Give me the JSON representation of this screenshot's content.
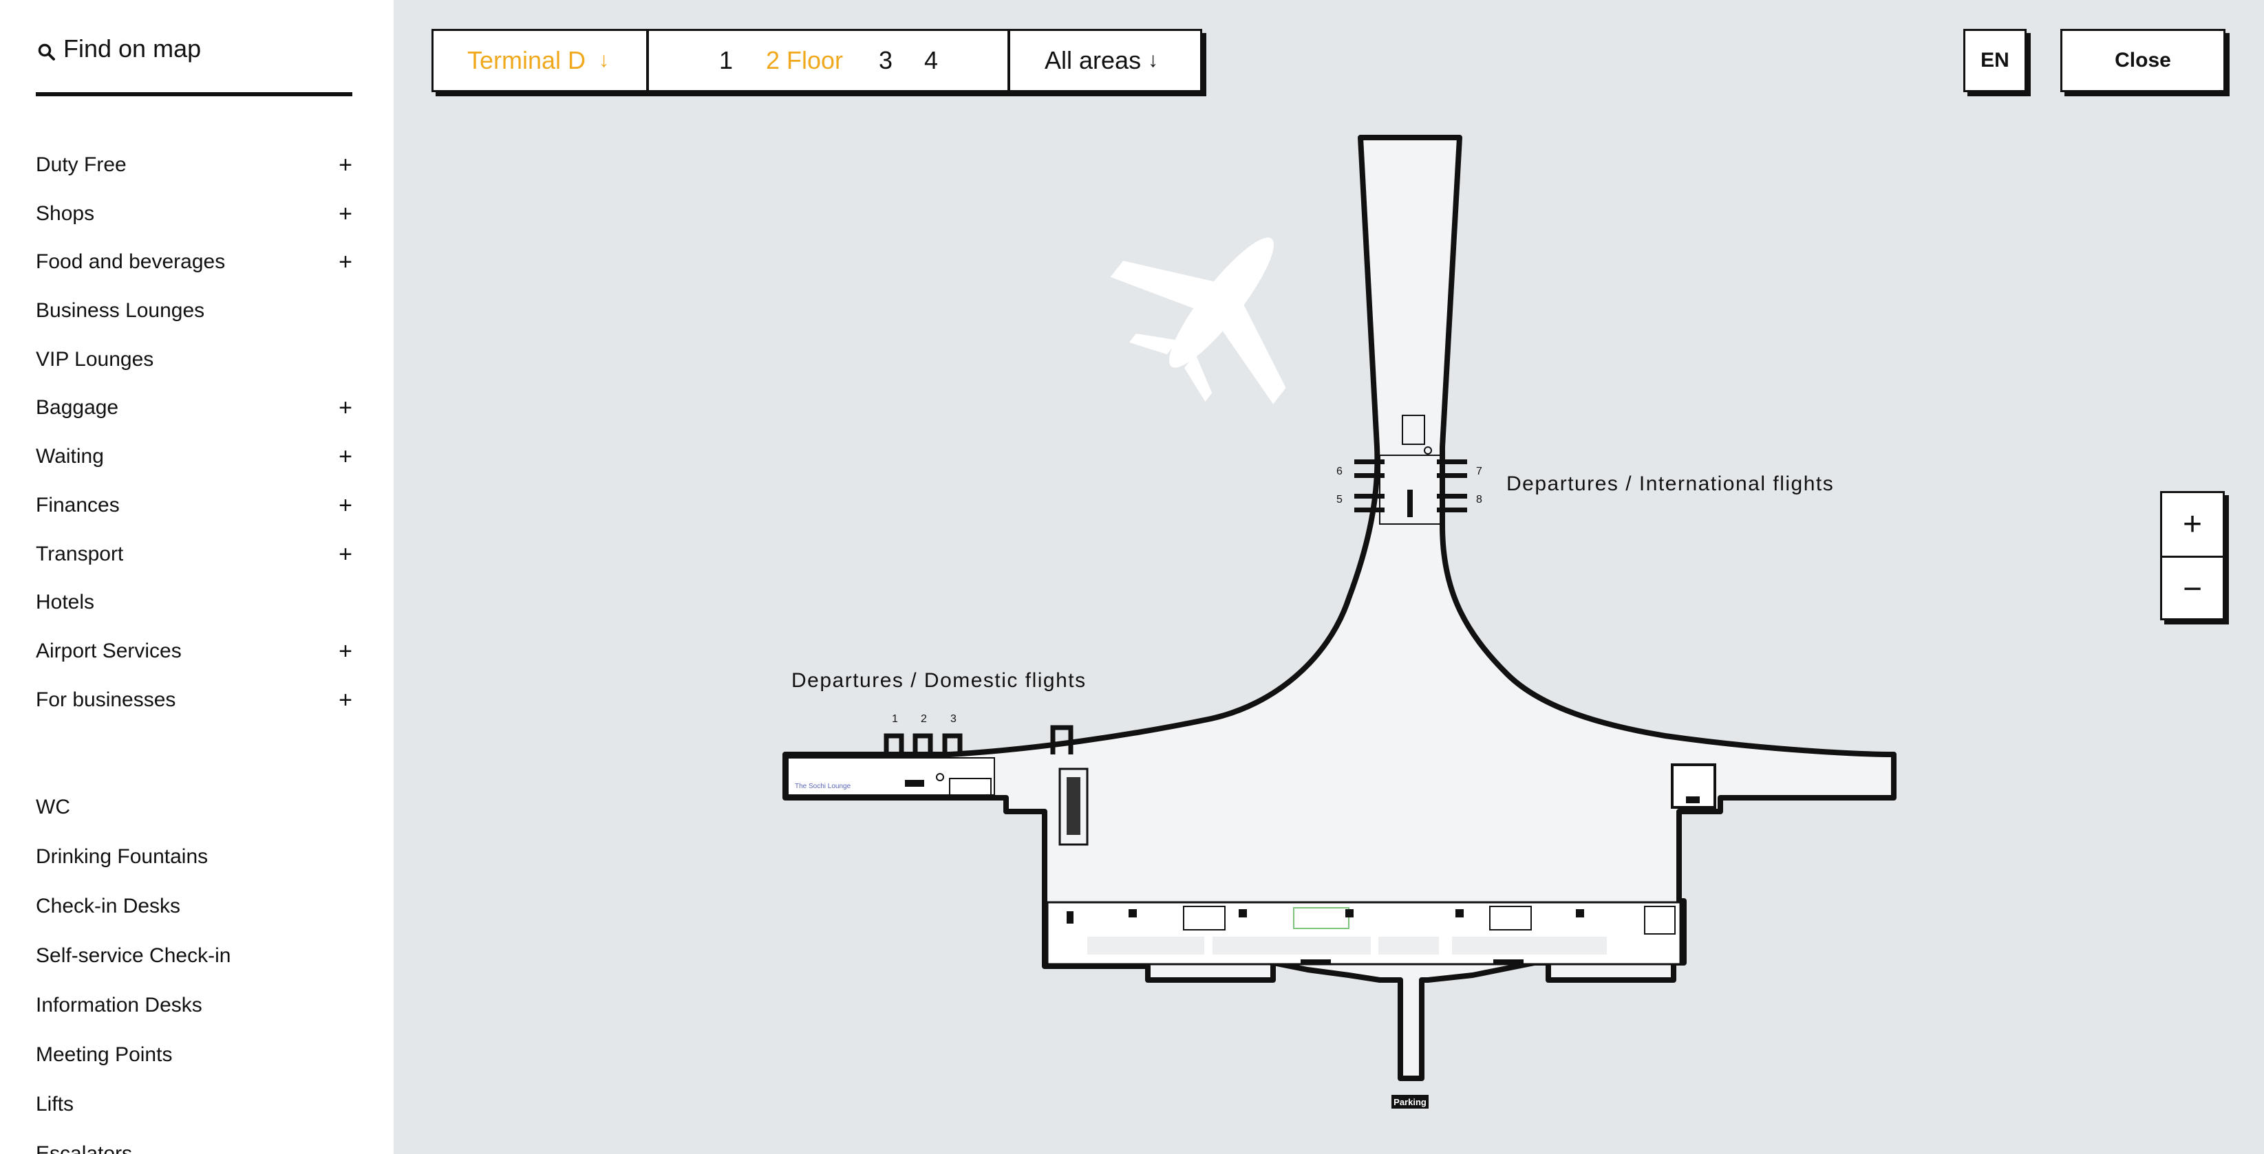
{
  "sidebar": {
    "search_label": "Find on map",
    "categories": [
      {
        "label": "Duty Free",
        "expand": "+"
      },
      {
        "label": "Shops",
        "expand": "+"
      },
      {
        "label": "Food and beverages",
        "expand": "+"
      },
      {
        "label": "Business Lounges",
        "expand": ""
      },
      {
        "label": "VIP Lounges",
        "expand": ""
      },
      {
        "label": "Baggage",
        "expand": "+"
      },
      {
        "label": "Waiting",
        "expand": "+"
      },
      {
        "label": "Finances",
        "expand": "+"
      },
      {
        "label": "Transport",
        "expand": "+"
      },
      {
        "label": "Hotels",
        "expand": ""
      },
      {
        "label": "Airport Services",
        "expand": "+"
      },
      {
        "label": "For businesses",
        "expand": "+"
      }
    ],
    "facilities": [
      {
        "label": "WC"
      },
      {
        "label": "Drinking Fountains"
      },
      {
        "label": "Check-in Desks"
      },
      {
        "label": "Self-service Check-in"
      },
      {
        "label": "Information Desks"
      },
      {
        "label": "Meeting Points"
      },
      {
        "label": "Lifts"
      },
      {
        "label": "Escalators"
      }
    ]
  },
  "toolbar": {
    "terminal": "Terminal D",
    "terminal_arrow": "↓",
    "floors": [
      "1",
      "2 Floor",
      "3",
      "4"
    ],
    "areas": "All areas",
    "areas_arrow": "↓",
    "lang": "EN",
    "close": "Close"
  },
  "zoom": {
    "in": "+",
    "out": "−"
  },
  "map": {
    "labels": {
      "international": "Departures / International flights",
      "domestic": "Departures / Domestic flights",
      "parking": "Parking",
      "lounge": "The Sochi Lounge"
    },
    "gates_domestic": [
      "1",
      "2",
      "3"
    ],
    "gates_international": [
      "6",
      "5",
      "7",
      "8"
    ]
  },
  "colors": {
    "accent": "#f0a81c",
    "background": "#e4e7ea",
    "floor": "#f3f4f6",
    "wall": "#111111"
  },
  "icons": [
    "search-icon",
    "plus-icon",
    "arrow-down-icon",
    "airplane-icon"
  ]
}
